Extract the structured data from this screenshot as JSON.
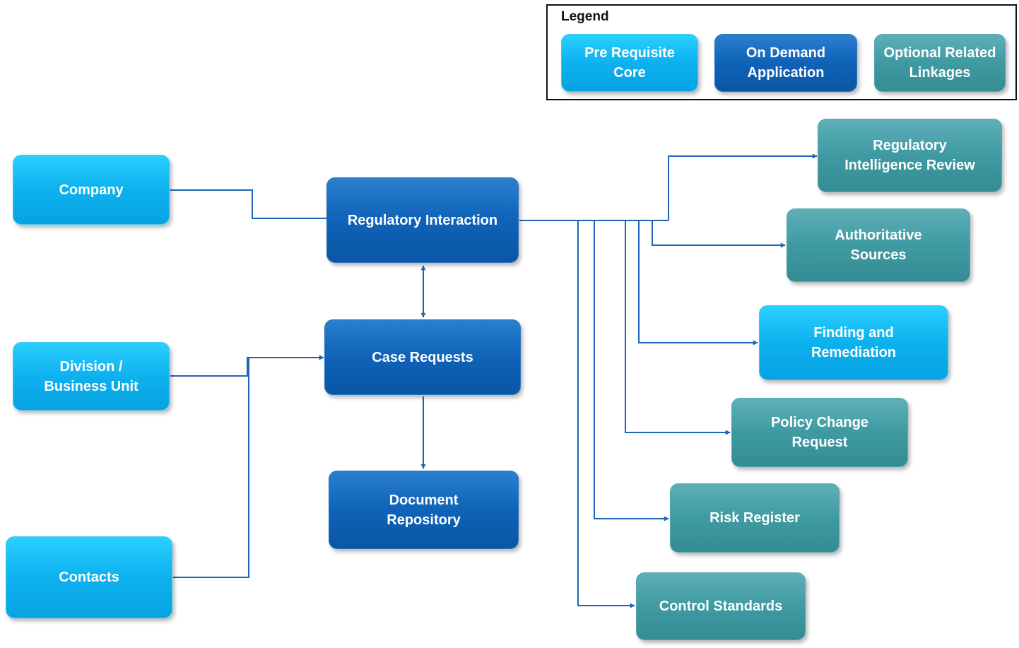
{
  "legend": {
    "title": "Legend",
    "items": [
      {
        "label": "Pre Requisite\nCore",
        "category": "prerequisite"
      },
      {
        "label": "On Demand\nApplication",
        "category": "ondemand"
      },
      {
        "label": "Optional Related\nLinkages",
        "category": "optional"
      }
    ]
  },
  "colors": {
    "prerequisite": "#07A9E8",
    "ondemand": "#0F5FB3",
    "optional": "#3F9AA2",
    "connector": "#1B64B6"
  },
  "nodes": {
    "company": "Company",
    "division": "Division /\nBusiness Unit",
    "contacts": "Contacts",
    "regulatory_interaction": "Regulatory Interaction",
    "case_requests": "Case Requests",
    "document_repository": "Document\nRepository",
    "regulatory_intelligence_review": "Regulatory\nIntelligence Review",
    "authoritative_sources": "Authoritative\nSources",
    "finding_remediation": "Finding and\nRemediation",
    "policy_change_request": "Policy Change\nRequest",
    "risk_register": "Risk Register",
    "control_standards": "Control Standards"
  },
  "edges": [
    {
      "from": "company",
      "to": "regulatory_interaction",
      "arrow": "none"
    },
    {
      "from": "regulatory_interaction",
      "to": "case_requests",
      "arrow": "both"
    },
    {
      "from": "division",
      "to": "case_requests",
      "arrow": "end"
    },
    {
      "from": "contacts",
      "to": "case_requests",
      "arrow": "end"
    },
    {
      "from": "case_requests",
      "to": "document_repository",
      "arrow": "end"
    },
    {
      "from": "regulatory_interaction",
      "to": "regulatory_intelligence_review",
      "arrow": "end"
    },
    {
      "from": "regulatory_interaction",
      "to": "authoritative_sources",
      "arrow": "end"
    },
    {
      "from": "regulatory_interaction",
      "to": "finding_remediation",
      "arrow": "end"
    },
    {
      "from": "regulatory_interaction",
      "to": "policy_change_request",
      "arrow": "end"
    },
    {
      "from": "regulatory_interaction",
      "to": "risk_register",
      "arrow": "end"
    },
    {
      "from": "regulatory_interaction",
      "to": "control_standards",
      "arrow": "end"
    }
  ]
}
